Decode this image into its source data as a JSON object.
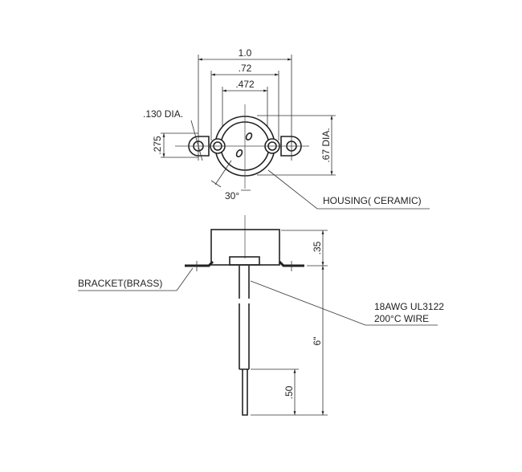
{
  "top_view": {
    "dim_overall": "1.0",
    "dim_mount": ".72",
    "dim_contacts": ".472",
    "dim_hole": ".130 DIA.",
    "dim_ear": ".275",
    "dim_housing": ".67 DIA.",
    "dim_angle": "30°",
    "label_housing": "HOUSING( CERAMIC)"
  },
  "side_view": {
    "dim_height": ".35",
    "dim_wire_length": "6\"",
    "dim_strip": ".50",
    "label_bracket": "BRACKET(BRASS)",
    "label_wire_line1": "18AWG UL3122",
    "label_wire_line2": "200°C WIRE"
  }
}
